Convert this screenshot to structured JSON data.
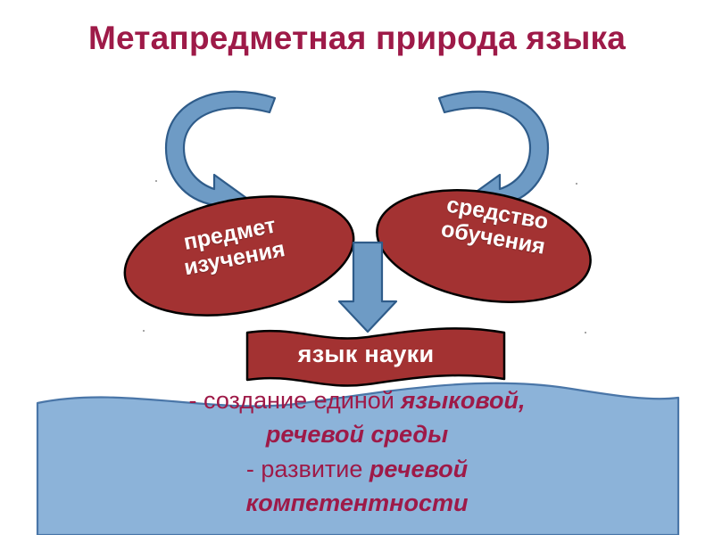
{
  "slide": {
    "title": "Метапредметная природа языка",
    "title_color": "#9E1A48",
    "background": "#FFFFFF"
  },
  "nodes": {
    "ellipse_left": {
      "label": "предмет\nизучения",
      "fill": "#A33232",
      "stroke": "#000000",
      "text_color": "#FFFFFF"
    },
    "ellipse_right": {
      "label": "средство\nобучения",
      "fill": "#A33232",
      "stroke": "#000000",
      "text_color": "#FFFFFF"
    },
    "ribbon": {
      "label": "язык науки",
      "fill": "#A33232",
      "stroke": "#000000",
      "text_color": "#FFFFFF"
    },
    "banner": {
      "fill": "#8CB3D9",
      "stroke": "#4A76A8",
      "text_color": "#9E1A48",
      "lines": [
        {
          "plain": "- создание единой ",
          "italic": "языковой,"
        },
        {
          "plain": "",
          "italic": "речевой среды"
        },
        {
          "plain": "- развитие ",
          "italic": "речевой"
        },
        {
          "plain": "",
          "italic": "компетентности"
        }
      ]
    }
  },
  "arrows": {
    "fill": "#6E9BC5",
    "stroke": "#2F5C8A",
    "items": [
      {
        "name": "curved-arrow-left",
        "direction": "down-left-curve"
      },
      {
        "name": "curved-arrow-right",
        "direction": "down-right-curve"
      },
      {
        "name": "straight-arrow-down",
        "direction": "down"
      }
    ]
  }
}
